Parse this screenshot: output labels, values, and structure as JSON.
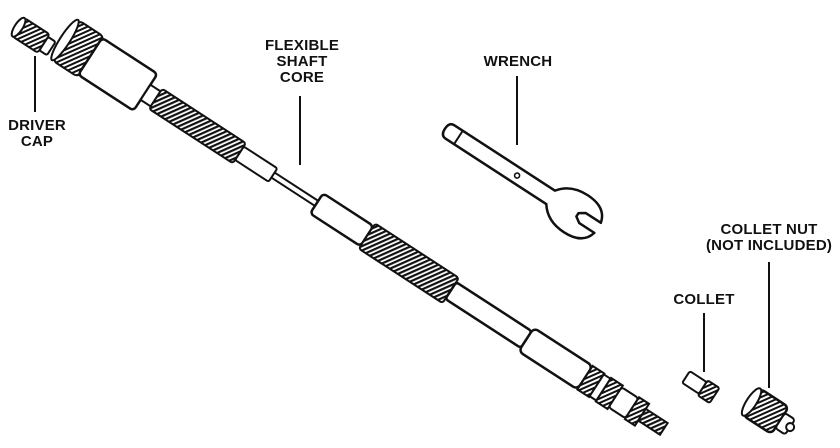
{
  "labels": {
    "driver_cap": [
      "DRIVER",
      "CAP"
    ],
    "flexible_shaft_core": [
      "FLEXIBLE",
      "SHAFT",
      "CORE"
    ],
    "wrench": [
      "WRENCH"
    ],
    "collet_nut": [
      "COLLET NUT",
      "(NOT INCLUDED)"
    ],
    "collet": [
      "COLLET"
    ]
  },
  "colors": {
    "ink": "#111111",
    "paper": "#ffffff"
  }
}
